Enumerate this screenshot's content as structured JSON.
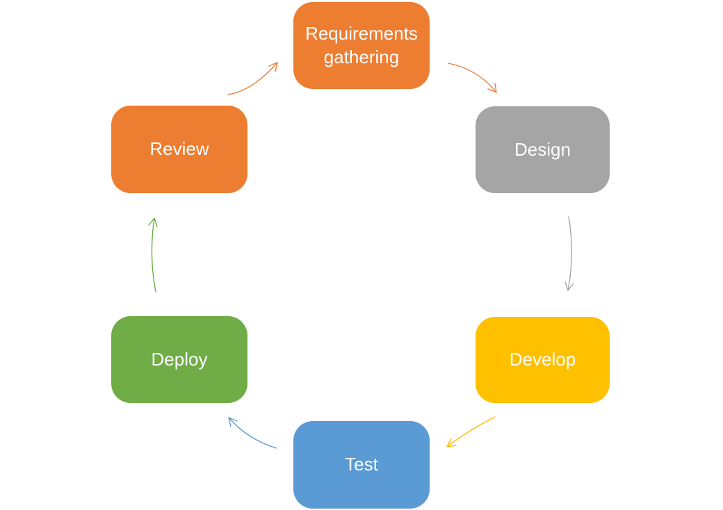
{
  "diagram": {
    "type": "cycle",
    "background": "#ffffff",
    "nodes": [
      {
        "id": "requirements",
        "label": "Requirements gathering",
        "fill": "#ED7D31",
        "text_color": "#FFFFFF"
      },
      {
        "id": "design",
        "label": "Design",
        "fill": "#A5A5A5",
        "text_color": "#FFFFFF"
      },
      {
        "id": "develop",
        "label": "Develop",
        "fill": "#FFC000",
        "text_color": "#FFFFFF"
      },
      {
        "id": "test",
        "label": "Test",
        "fill": "#5B9BD5",
        "text_color": "#FFFFFF"
      },
      {
        "id": "deploy",
        "label": "Deploy",
        "fill": "#70AD47",
        "text_color": "#FFFFFF"
      },
      {
        "id": "review",
        "label": "Review",
        "fill": "#ED7D31",
        "text_color": "#FFFFFF"
      }
    ],
    "arrows": [
      {
        "from": "review",
        "to": "requirements",
        "color": "#ED7D31"
      },
      {
        "from": "requirements",
        "to": "design",
        "color": "#ED7D31"
      },
      {
        "from": "design",
        "to": "develop",
        "color": "#A6A6A6"
      },
      {
        "from": "develop",
        "to": "test",
        "color": "#FFC000"
      },
      {
        "from": "test",
        "to": "deploy",
        "color": "#5B9BD5"
      },
      {
        "from": "deploy",
        "to": "review",
        "color": "#70AD47"
      }
    ]
  }
}
